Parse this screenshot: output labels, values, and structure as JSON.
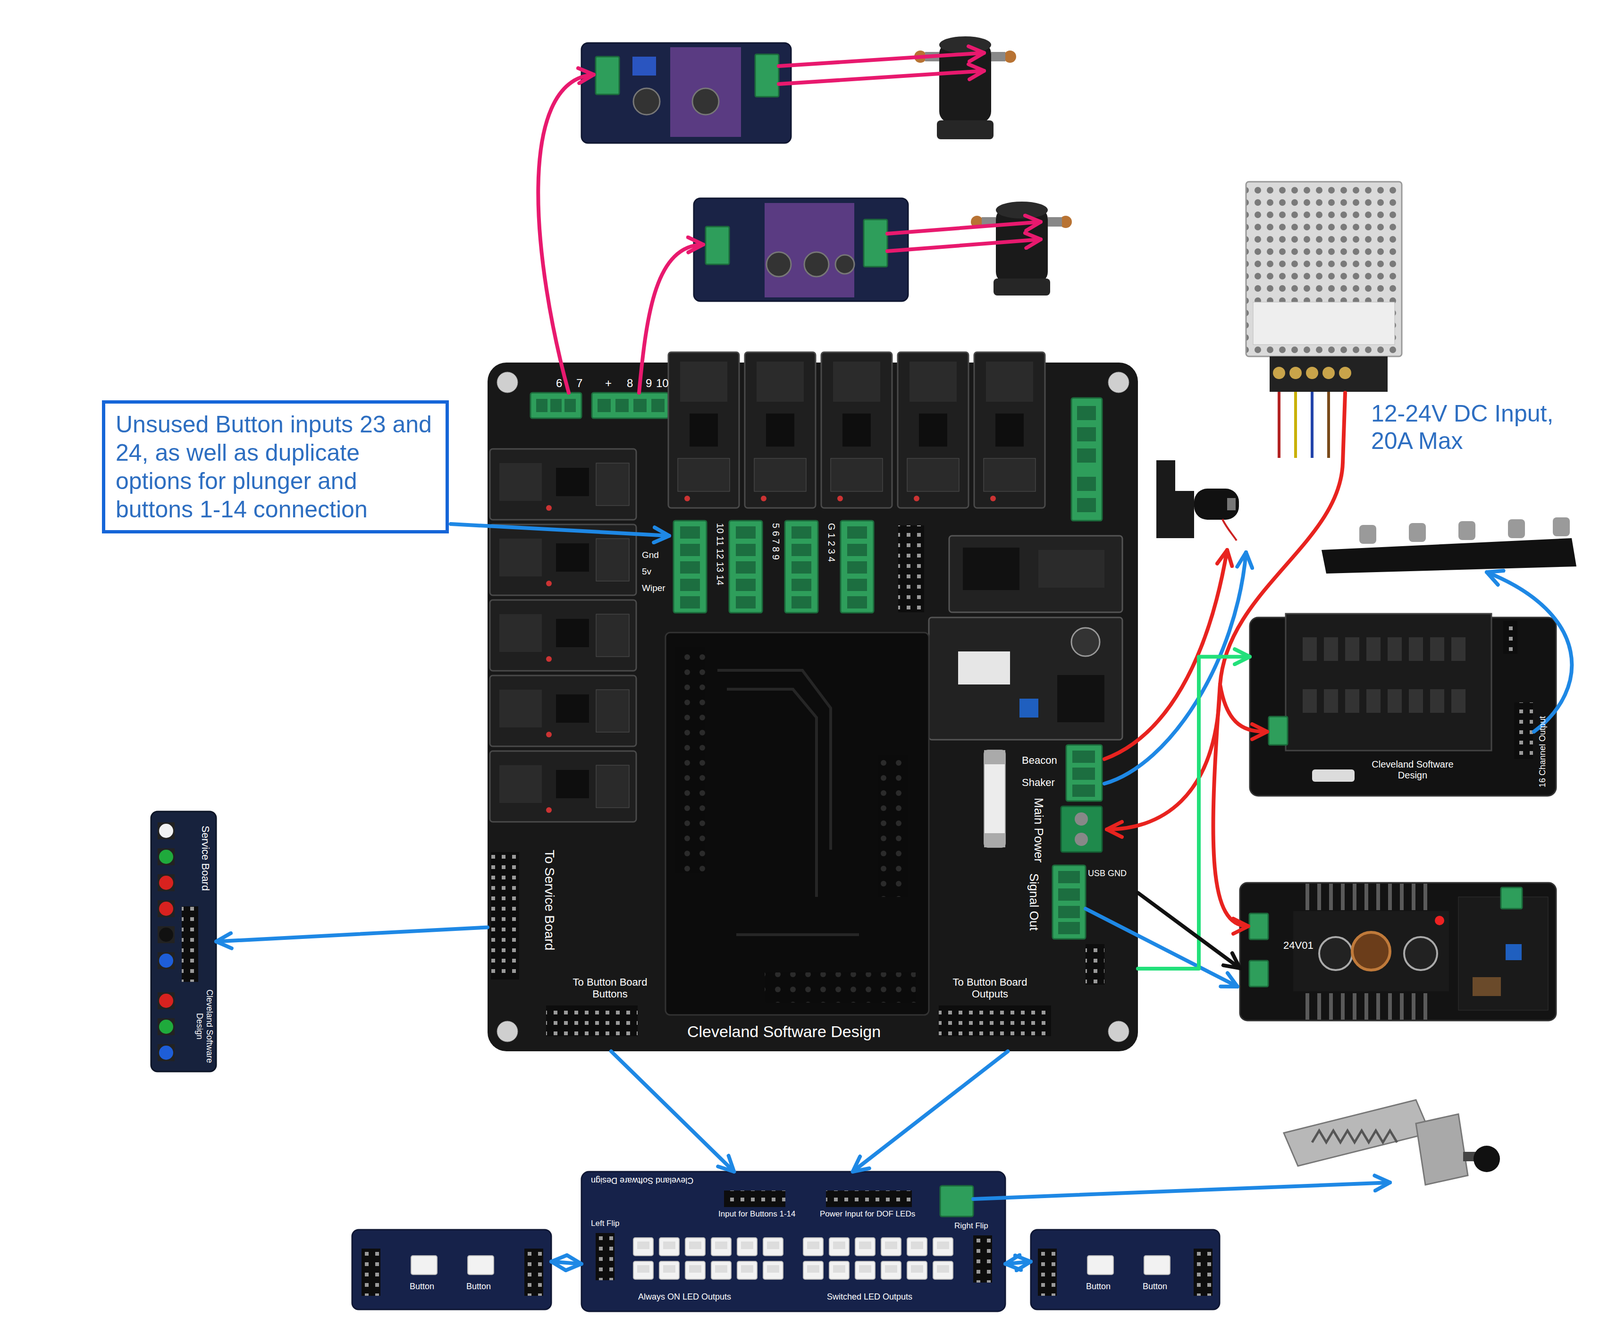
{
  "diagram": {
    "nodes": [
      {
        "text": [
          "Unsused Button inputs 23 and 24, as well as duplicate options for plunger and buttons 1-14 connection"
        ]
      },
      {
        "text": [
          "Beacon",
          "Shaker",
          "Main Power",
          "Signal Out",
          "To Service Board",
          "To Button Board Buttons",
          "To Button Board Outputs",
          "Cleveland Software Design"
        ]
      },
      {
        "text": [
          "Service Board",
          "Cleveland Software Design"
        ]
      },
      {
        "text": [
          "Cleveland Software Design",
          "16 Channel Output"
        ]
      },
      {
        "text": [
          "24V01"
        ]
      },
      {
        "text": [
          "Cleveland Software Design",
          "Input for Buttons 1-14",
          "Power Input for DOF LEDs",
          "Left Flip",
          "Right Flip",
          "Always ON LED Outputs",
          "Switched LED Outputs"
        ]
      },
      {
        "text": [
          "Button",
          "Button"
        ]
      },
      {
        "text": [
          "Button",
          "Button"
        ]
      }
    ],
    "edges": [
      {
        "from": 1,
        "to": 2,
        "arrow": "to"
      },
      {
        "from": 1,
        "to": 5,
        "arrow": "to"
      },
      {
        "from": 1,
        "to": 5,
        "arrow": "to"
      },
      {
        "from": 5,
        "to": 6,
        "arrow": "both"
      },
      {
        "from": 5,
        "to": 7,
        "arrow": "both"
      },
      {
        "from": 1,
        "to": 3,
        "arrow": "to"
      },
      {
        "from": 1,
        "to": 4,
        "arrow": "to"
      }
    ],
    "labels": [
      "12-24V DC Input, 20A Max",
      "6",
      "7",
      "+",
      "8",
      "9",
      "10",
      "Gnd",
      "5v",
      "Wiper",
      "10 11 12 13 14",
      "5 6 7 8 9",
      "G 1 2 3 4",
      "USB GND"
    ]
  }
}
